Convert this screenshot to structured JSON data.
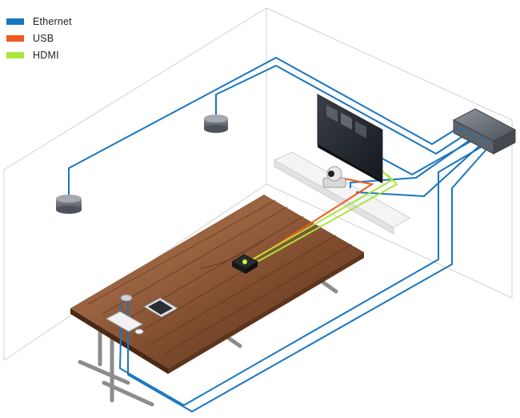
{
  "legend": {
    "items": [
      {
        "label": "Ethernet",
        "color": "#1976bf"
      },
      {
        "label": "USB",
        "color": "#f05a1c"
      },
      {
        "label": "HDMI",
        "color": "#a8e63c"
      }
    ]
  },
  "colors": {
    "ethernet": "#1976bf",
    "usb": "#f05a1c",
    "hdmi": "#a8e63c",
    "room_outline": "#d0d0d0",
    "wood": "#7a4a2e"
  },
  "devices": [
    {
      "name": "ceiling-microphone",
      "icon": "speaker-puck-icon"
    },
    {
      "name": "network-switch",
      "icon": "switch-icon"
    },
    {
      "name": "display",
      "icon": "monitor-icon"
    },
    {
      "name": "camera",
      "icon": "ptz-camera-icon"
    },
    {
      "name": "compute-hub",
      "icon": "hub-icon"
    },
    {
      "name": "tablet",
      "icon": "tablet-icon"
    },
    {
      "name": "keyboard",
      "icon": "keyboard-icon"
    }
  ]
}
